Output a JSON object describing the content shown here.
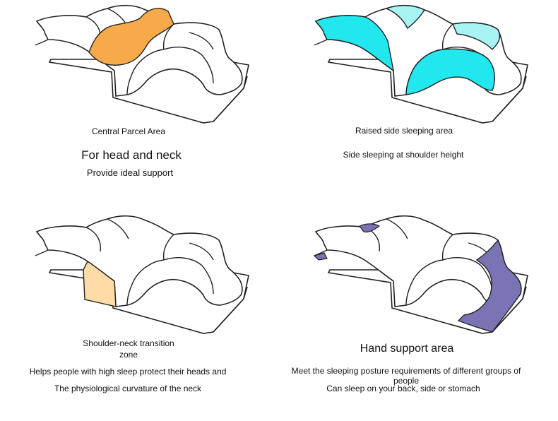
{
  "colors": {
    "central": "#f8a94a",
    "side": "#22e7ef",
    "side_light": "#a8f3f3",
    "transition": "#ffdba8",
    "hand": "#7b74b4",
    "outline": "#222222"
  },
  "panels": [
    {
      "title": "Central Parcel Area",
      "line1": "For head and neck",
      "line2": "Provide ideal support"
    },
    {
      "title": "Raised side sleeping area",
      "line1": "Side sleeping at shoulder height"
    },
    {
      "title_l1": "Shoulder-neck transition",
      "title_l2": "zone",
      "line1": "Helps people with high sleep protect their heads and",
      "line2": "The physiological curvature of the neck"
    },
    {
      "title": "Hand support area",
      "line1": "Meet the sleeping posture requirements of different groups of people",
      "line2": "Can sleep on your back, side or stomach"
    }
  ]
}
